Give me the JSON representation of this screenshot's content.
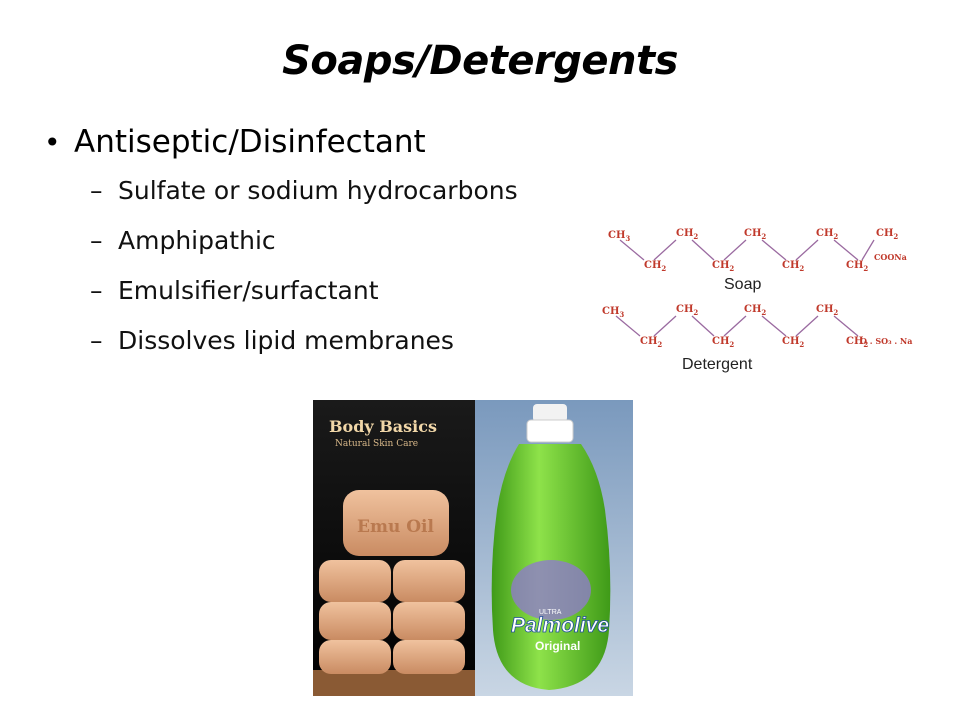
{
  "slide": {
    "title": "Soaps/Detergents",
    "bullet": {
      "marker": "•",
      "text": "Antiseptic/Disinfectant"
    },
    "sub_marker": "–",
    "sub_bullets": [
      "Sulfate or sodium hydrocarbons",
      "Amphipathic",
      "Emulsifier/surfactant",
      "Dissolves lipid membranes"
    ]
  },
  "diagram": {
    "soap_label": "Soap",
    "detergent_label": "Detergent",
    "ch": "CH",
    "sub3": "3",
    "sub2": "2",
    "soap_end": "COONa",
    "det_end": "O . SO₃ . Na"
  },
  "photo": {
    "brand_title": "Body Basics",
    "brand_sub": "Natural Skin Care",
    "soap_stamp": "Emu Oil",
    "bottle_ultra": "ULTRA",
    "bottle_brand": "Palmolive",
    "bottle_sub": "Original"
  },
  "colors": {
    "chem_text": "#c0392b",
    "bottle_green": "#5fc22a",
    "soap_bar": "#e0a982"
  }
}
